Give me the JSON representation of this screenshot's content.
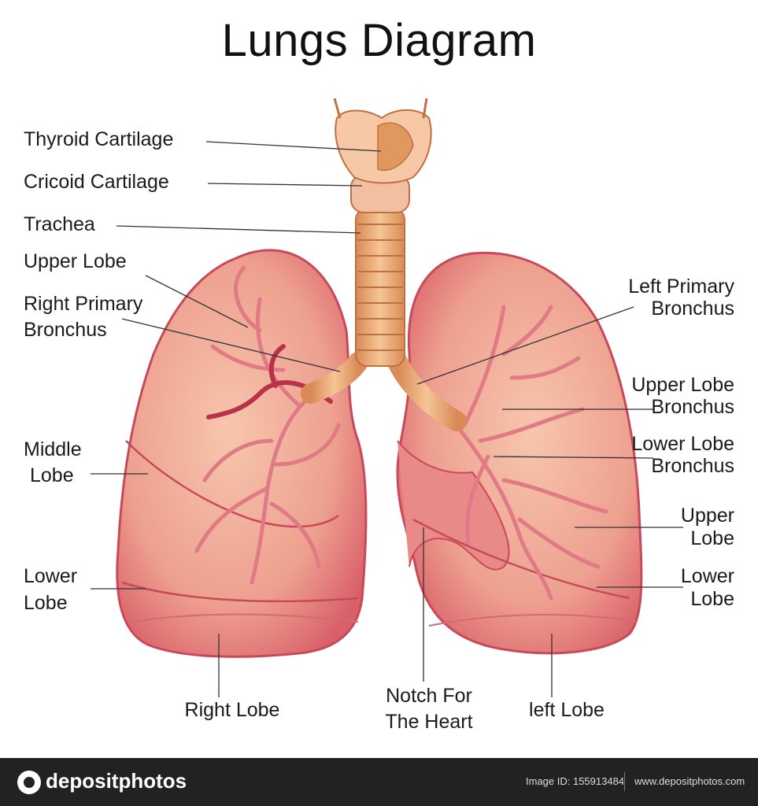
{
  "title": "Lungs Diagram",
  "labels": {
    "thyroid_cartilage": "Thyroid Cartilage",
    "cricoid_cartilage": "Cricoid Cartilage",
    "trachea": "Trachea",
    "upper_lobe_right": "Upper Lobe",
    "right_primary_bronchus_1": "Right Primary",
    "right_primary_bronchus_2": "Bronchus",
    "middle_lobe_1": "Middle",
    "middle_lobe_2": "Lobe",
    "lower_lobe_right_1": "Lower",
    "lower_lobe_right_2": "Lobe",
    "right_lobe": "Right Lobe",
    "notch_1": "Notch For",
    "notch_2": "The Heart",
    "left_lobe": "left Lobe",
    "left_primary_bronchus_1": "Left Primary",
    "left_primary_bronchus_2": "Bronchus",
    "upper_lobe_bronchus_1": "Upper Lobe",
    "upper_lobe_bronchus_2": "Bronchus",
    "lower_lobe_bronchus_1": "Lower Lobe",
    "lower_lobe_bronchus_2": "Bronchus",
    "upper_lobe_left_1": "Upper",
    "upper_lobe_left_2": "Lobe",
    "lower_lobe_left_1": "Lower",
    "lower_lobe_left_2": "Lobe"
  },
  "footer": {
    "brand": "depositphotos",
    "image_id": "Image ID: 155913484",
    "site": "www.depositphotos.com"
  },
  "colors": {
    "lung_fill": "#e6787a",
    "lung_inner": "#f2b9a0",
    "trachea": "#f0b07a",
    "bronchi": "#e8828a"
  }
}
